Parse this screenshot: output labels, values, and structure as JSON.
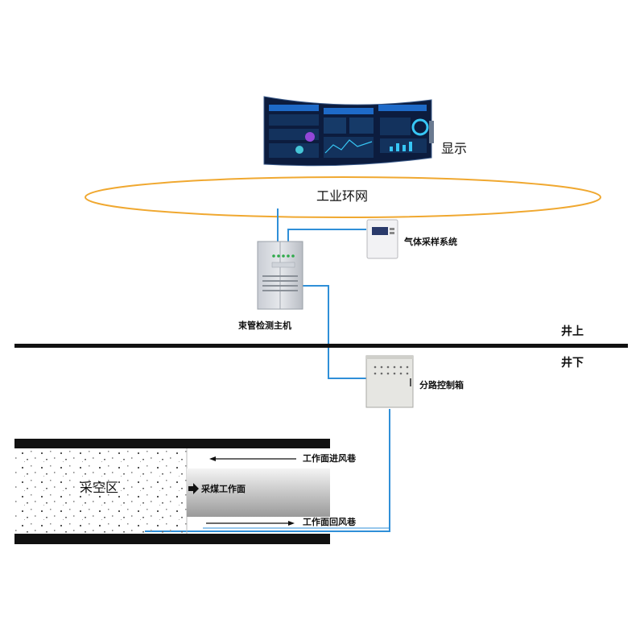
{
  "labels": {
    "display": "显示",
    "ring_network": "工业环网",
    "gas_system": "气体采样系统",
    "host": "束管检测主机",
    "above_ground": "井上",
    "below_ground": "井下",
    "branch_box": "分路控制箱",
    "goaf": "采空区",
    "intake_airway": "工作面进风巷",
    "coal_face": "采煤工作面",
    "return_airway": "工作面回风巷"
  },
  "colors": {
    "ring": "#f0a830",
    "cable": "#2f8fd8",
    "ground_line": "#111111",
    "cabinet": "#d8dce2",
    "screen_bg": "#0c1c3e"
  },
  "icons": {
    "monitor": "video-wall-display",
    "gas_device": "gas-sampling-unit",
    "host_cabinet": "control-cabinet",
    "branch_box": "distribution-box",
    "arrow": "right-arrow-icon"
  }
}
